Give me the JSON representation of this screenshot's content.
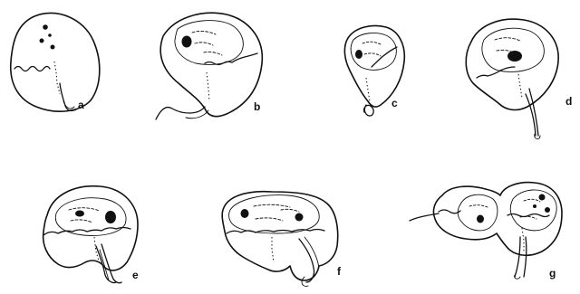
{
  "figure": {
    "panels": [
      {
        "id": "a",
        "label": "a"
      },
      {
        "id": "b",
        "label": "b"
      },
      {
        "id": "c",
        "label": "c"
      },
      {
        "id": "d",
        "label": "d"
      },
      {
        "id": "e",
        "label": "e"
      },
      {
        "id": "f",
        "label": "f"
      },
      {
        "id": "g",
        "label": "g"
      }
    ]
  }
}
